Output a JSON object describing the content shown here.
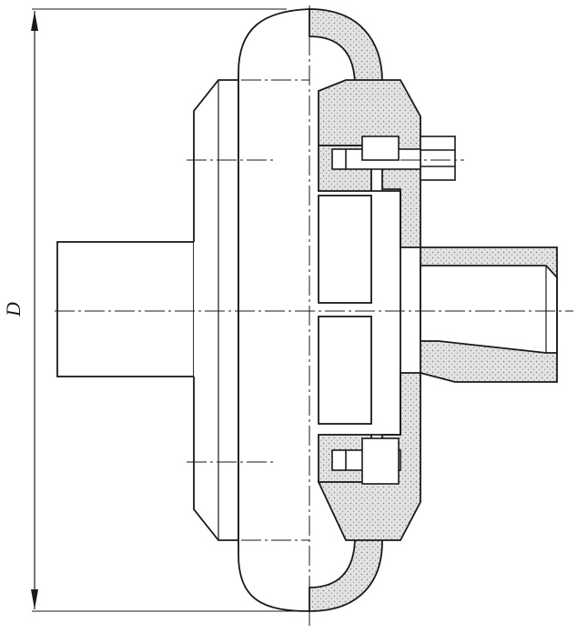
{
  "dimension_label": "D",
  "colors": {
    "line": "#1a1a1a",
    "section_fill": "#d9d9d9",
    "hatch": "#9a9a9a",
    "background": "#ffffff"
  },
  "parts": {
    "left": "input-shaft-hub",
    "body": "rounded-torus-housing",
    "right": "output-shaft-hub",
    "fasteners": [
      "hex-bolt",
      "socket-screw-top",
      "socket-screw-bottom"
    ]
  }
}
